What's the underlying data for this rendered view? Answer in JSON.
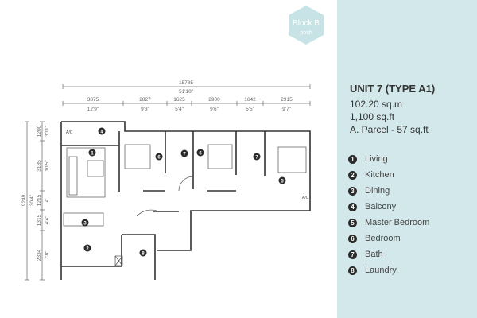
{
  "badge": {
    "block": "Block B",
    "sub": "posh"
  },
  "unit": {
    "title": "UNIT 7 (TYPE A1)",
    "sqm": "102.20 sq.m",
    "sqft": "1,100 sq.ft",
    "parcel": "A. Parcel - 57 sq.ft"
  },
  "legend": [
    {
      "n": "1",
      "label": "Living"
    },
    {
      "n": "2",
      "label": "Kitchen"
    },
    {
      "n": "3",
      "label": "Dining"
    },
    {
      "n": "4",
      "label": "Balcony"
    },
    {
      "n": "5",
      "label": "Master Bedroom"
    },
    {
      "n": "6",
      "label": "Bedroom"
    },
    {
      "n": "7",
      "label": "Bath"
    },
    {
      "n": "8",
      "label": "Laundry"
    }
  ],
  "dims": {
    "total_h": {
      "mm": "15785",
      "ft": "51'10\""
    },
    "segments_h": [
      {
        "mm": "3875",
        "ft": "12'9\""
      },
      {
        "mm": "2827",
        "ft": "9'3\""
      },
      {
        "mm": "1625",
        "ft": "5'4\""
      },
      {
        "mm": "2900",
        "ft": "9'6\""
      },
      {
        "mm": "1642",
        "ft": "5'5\""
      },
      {
        "mm": "2915",
        "ft": "9'7\""
      }
    ],
    "total_v": {
      "mm": "9249",
      "ft": "30'4\""
    },
    "segments_v": [
      {
        "mm": "1200",
        "ft": "3'11\""
      },
      {
        "mm": "3185",
        "ft": "10'5\""
      },
      {
        "mm": "1215",
        "ft": "4'"
      },
      {
        "mm": "1315",
        "ft": "4'4\""
      },
      {
        "mm": "2334",
        "ft": "7'8\""
      }
    ]
  },
  "ac_label": "A/C",
  "room_markers": [
    {
      "n": "1"
    },
    {
      "n": "2"
    },
    {
      "n": "3"
    },
    {
      "n": "4"
    },
    {
      "n": "5"
    },
    {
      "n": "6"
    },
    {
      "n": "6"
    },
    {
      "n": "7"
    },
    {
      "n": "7"
    },
    {
      "n": "8"
    }
  ]
}
